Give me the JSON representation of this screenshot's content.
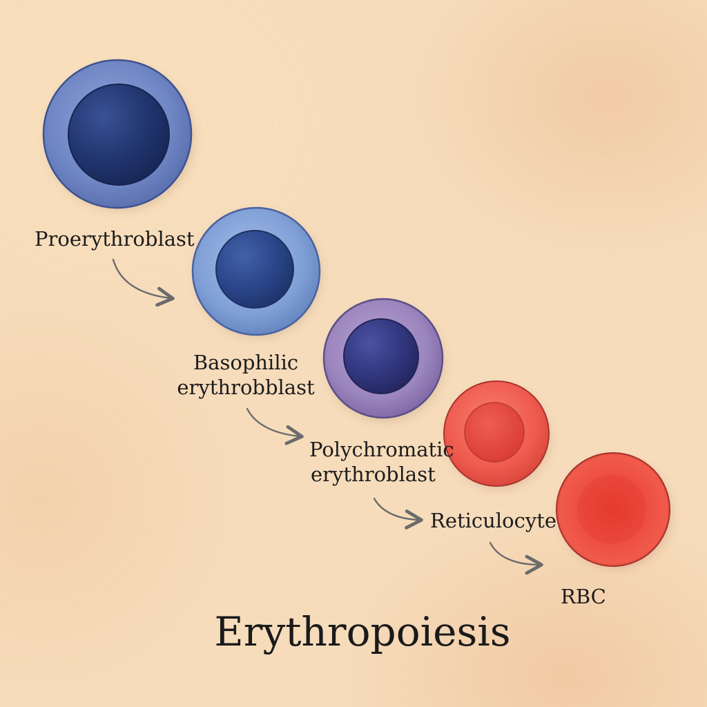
{
  "title": "Erythropoiesis",
  "stages": [
    {
      "key": "proerythroblast",
      "lines": [
        "Proerythroblast"
      ]
    },
    {
      "key": "basophilic",
      "lines": [
        "Basophilic",
        "erythrobblast"
      ]
    },
    {
      "key": "polychromatic",
      "lines": [
        "Polychromatic",
        "erythroblast"
      ]
    },
    {
      "key": "reticulocyte",
      "lines": [
        "Reticulocyte"
      ]
    },
    {
      "key": "rbc",
      "lines": [
        "RBC"
      ]
    }
  ],
  "colors": {
    "background": "#f6dcbb",
    "proerythroblast_cytoplasm": "#6f86c4",
    "proerythroblast_nucleus": "#223670",
    "basophilic_cytoplasm": "#7f9fd6",
    "basophilic_nucleus": "#2b478b",
    "polychromatic_cytoplasm": "#9b85bd",
    "polychromatic_nucleus": "#33377f",
    "reticulocyte_body": "#ef5a4e",
    "reticulocyte_center": "#e8453c",
    "rbc_body": "#ec4335",
    "arrow": "#6b6b6b"
  }
}
